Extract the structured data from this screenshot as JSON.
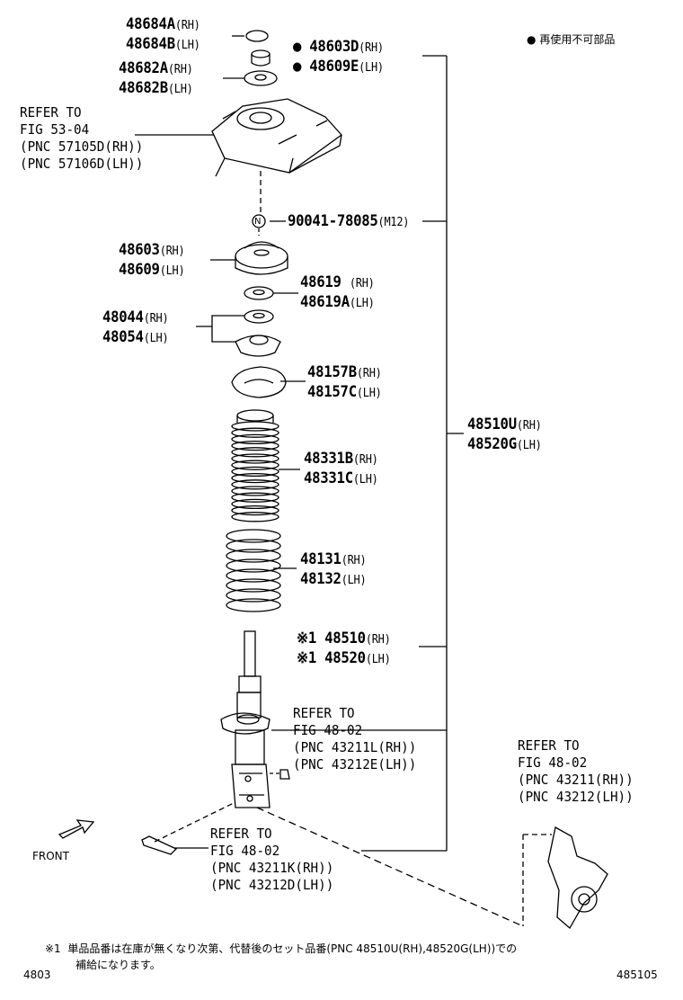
{
  "legend": {
    "dot": "●",
    "text": "再使用不可部品"
  },
  "parts": {
    "p48684": {
      "rh": "48684A",
      "lh": "48684B"
    },
    "p48603d": {
      "rh": "48603D",
      "lh": "48609E"
    },
    "p48682": {
      "rh": "48682A",
      "lh": "48682B"
    },
    "bolt": {
      "code": "90041-78085",
      "size": "(M12)",
      "symbol": "N"
    },
    "p48603": {
      "rh": "48603",
      "lh": "48609"
    },
    "p48619": {
      "rh": "48619",
      "lh": "48619A"
    },
    "p48044": {
      "rh": "48044",
      "lh": "48054"
    },
    "p48157": {
      "rh": "48157B",
      "lh": "48157C"
    },
    "p48331": {
      "rh": "48331B",
      "lh": "48331C"
    },
    "p48131": {
      "rh": "48131",
      "lh": "48132"
    },
    "p48510": {
      "rh": "48510",
      "lh": "48520",
      "mark": "※1"
    },
    "p48510u": {
      "rh": "48510U",
      "lh": "48520G"
    }
  },
  "suffix": {
    "rh": "(RH)",
    "lh": "(LH)"
  },
  "refs": {
    "fig5304": {
      "l1": "REFER TO",
      "l2": "FIG 53-04",
      "l3": "(PNC 57105D(RH))",
      "l4": "(PNC 57106D(LH))"
    },
    "fig4802a": {
      "l1": "REFER TO",
      "l2": "FIG 48-02",
      "l3": "(PNC 43211L(RH))",
      "l4": "(PNC 43212E(LH))"
    },
    "fig4802b": {
      "l1": "REFER TO",
      "l2": "FIG 48-02",
      "l3": "(PNC 43211(RH))",
      "l4": "(PNC 43212(LH))"
    },
    "fig4802c": {
      "l1": "REFER TO",
      "l2": "FIG 48-02",
      "l3": "(PNC 43211K(RH))",
      "l4": "(PNC 43212D(LH))"
    }
  },
  "front": "FRONT",
  "footnote": {
    "mark": "※1",
    "line1": "単品品番は在庫が無くなり次第、代替後のセット品番(PNC 48510U(RH),48520G(LH))での",
    "line2": "補給になります。"
  },
  "fig_left": "4803",
  "fig_right": "485105"
}
